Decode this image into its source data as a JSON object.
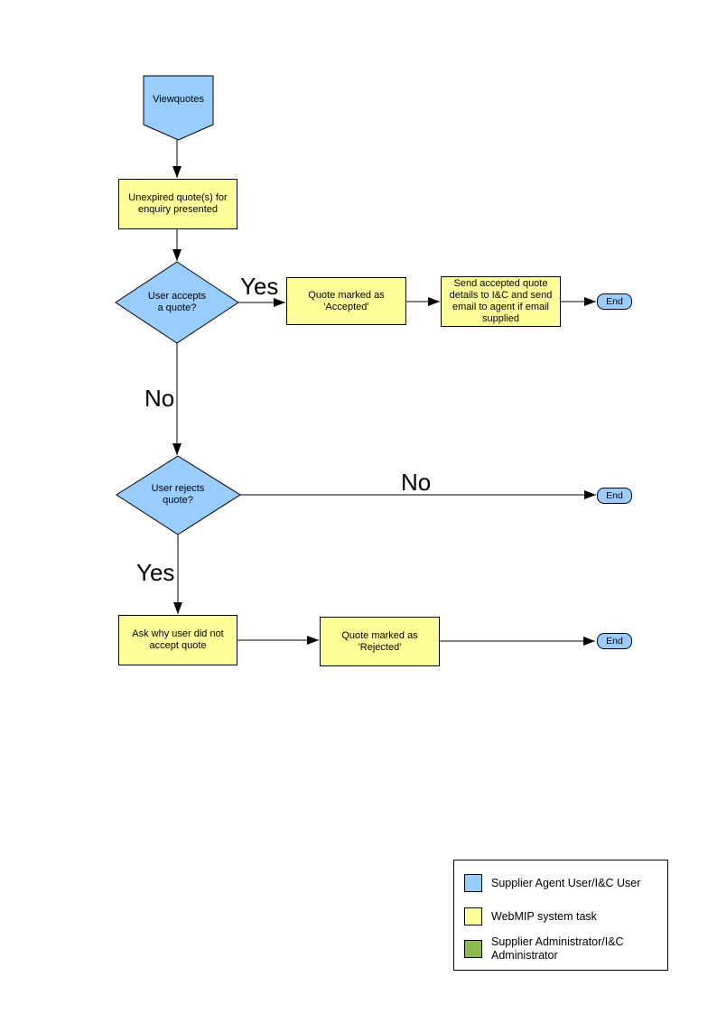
{
  "diagram": {
    "start": {
      "label": "Viewquotes"
    },
    "nodes": {
      "unexpired": {
        "label": "Unexpired quote(s) for\nenquiry presented"
      },
      "accepts": {
        "label": "User accepts\na quote?"
      },
      "accepted": {
        "label": "Quote  marked as\n'Accepted'"
      },
      "send_details": {
        "label": "Send accepted quote\ndetails to I&C and send\nemail to agent if email\nsupplied"
      },
      "rejects": {
        "label": "User rejects\nquote?"
      },
      "ask_why": {
        "label": "Ask why user did not\naccept quote"
      },
      "rejected": {
        "label": "Quote  marked as\n'Rejected'"
      },
      "end1": {
        "label": "End"
      },
      "end2": {
        "label": "End"
      },
      "end3": {
        "label": "End"
      }
    },
    "edge_labels": {
      "yes_accept": "Yes",
      "no_accept": "No",
      "no_reject": "No",
      "yes_reject": "Yes"
    },
    "colors": {
      "user_shape_fill": "#99CCFF",
      "system_task_fill": "#FFFF99",
      "admin_shape_fill": "#8CB950",
      "line": "#000000"
    }
  },
  "legend": {
    "items": [
      {
        "color": "#99CCFF",
        "label": "Supplier Agent User/I&C User"
      },
      {
        "color": "#FFFF99",
        "label": "WebMIP system task"
      },
      {
        "color": "#8CB950",
        "label": "Supplier Administrator/I&C\nAdministrator"
      }
    ]
  }
}
